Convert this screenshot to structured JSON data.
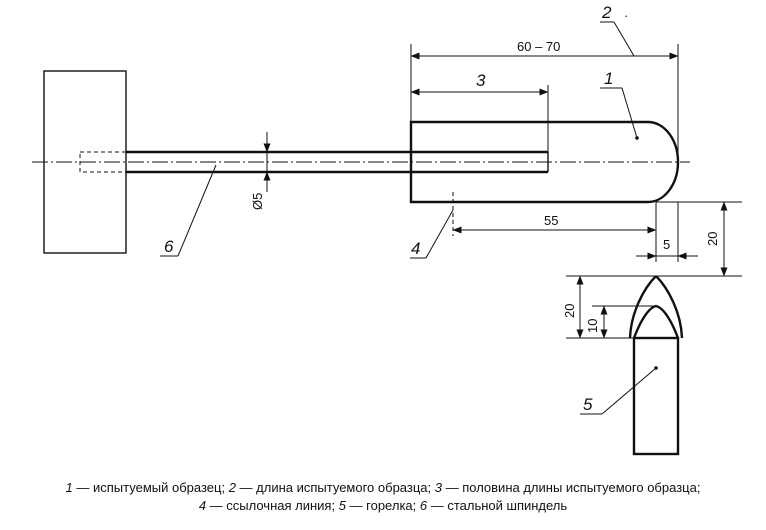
{
  "callouts": {
    "c1": "1",
    "c2": "2",
    "c3": "3",
    "c4": "4",
    "c5": "5",
    "c6": "6"
  },
  "dimensions": {
    "length_range": "60 – 70",
    "offset_55": "55",
    "flame_offset_5": "5",
    "height_20_right": "20",
    "flame_height_20": "20",
    "inner_cone_10": "10",
    "spindle_diameter": "Ø5"
  },
  "legend": {
    "line1": [
      {
        "num": "1",
        "text": " — испытуемый образец; "
      },
      {
        "num": "2",
        "text": " — длина испытуемого образца; "
      },
      {
        "num": "3",
        "text": " — половина длины испытуемого образца;"
      }
    ],
    "line2": [
      {
        "num": "4",
        "text": " — ссылочная линия; "
      },
      {
        "num": "5",
        "text": " — горелка; "
      },
      {
        "num": "6",
        "text": " — стальной шпиндель"
      }
    ]
  }
}
